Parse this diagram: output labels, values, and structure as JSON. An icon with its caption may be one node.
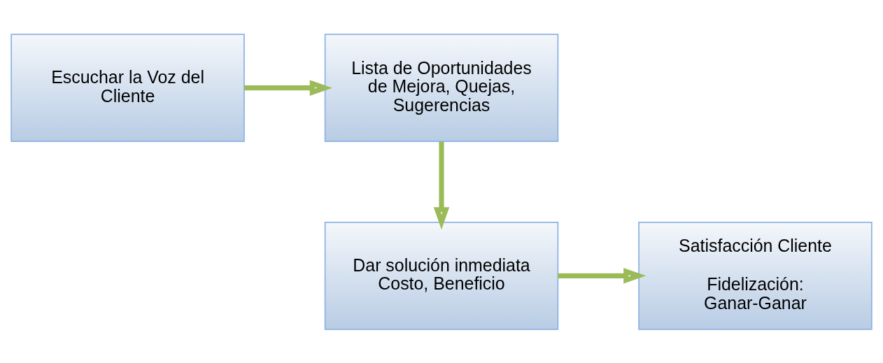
{
  "diagram": {
    "nodes": [
      {
        "text": [
          "Escuchar la Voz del Cliente"
        ]
      },
      {
        "text": [
          "Lista de Oportunidades de Mejora, Quejas, Sugerencias"
        ]
      },
      {
        "text": [
          "Dar solución inmediata Costo, Beneficio"
        ]
      },
      {
        "text": [
          "Satisfacción Cliente",
          "Fidelización: Ganar-Ganar"
        ]
      }
    ],
    "edges": [
      {
        "from": 0,
        "to": 1,
        "arrow": "to"
      },
      {
        "from": 1,
        "to": 2,
        "arrow": "to"
      },
      {
        "from": 2,
        "to": 3,
        "arrow": "to"
      }
    ]
  }
}
